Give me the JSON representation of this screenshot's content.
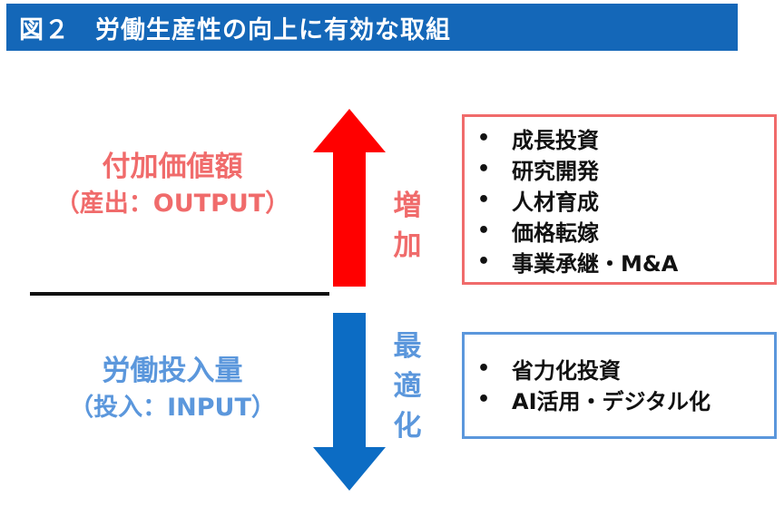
{
  "title": "図２　労働生産性の向上に有効な取組",
  "output": {
    "main": "付加価値額",
    "sub": "（産出：OUTPUT）"
  },
  "input": {
    "main": "労働投入量",
    "sub": "（投入：INPUT）"
  },
  "up_label": [
    "増",
    "加"
  ],
  "down_label": [
    "最",
    "適",
    "化"
  ],
  "output_measures": [
    "成長投資",
    "研究開発",
    "人材育成",
    "価格転嫁",
    "事業承継・M&A"
  ],
  "input_measures": [
    "省力化投資",
    "AI活用・デジタル化"
  ],
  "bullet": "•",
  "colors": {
    "title_bg": "#1467b8",
    "red": "#f06b6b",
    "arrow_red": "#ff0000",
    "blue": "#5b97dc",
    "arrow_blue": "#0c6cc4"
  }
}
